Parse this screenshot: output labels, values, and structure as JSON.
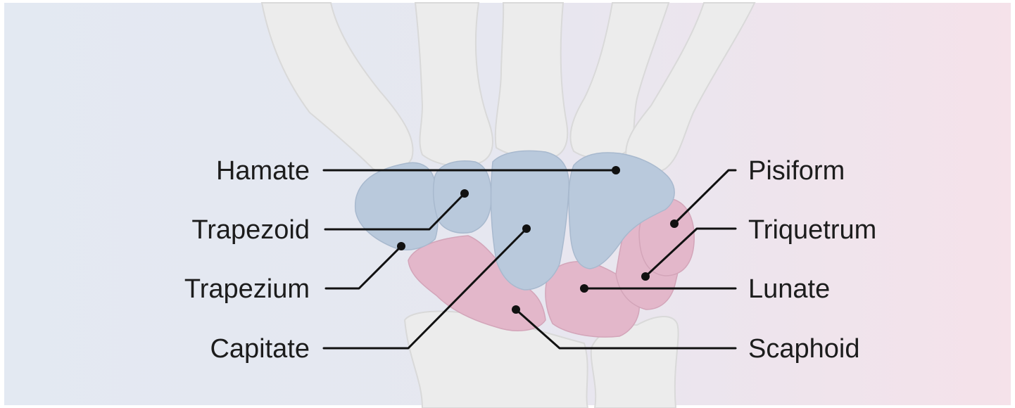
{
  "colors": {
    "left_background": "#e3e9f2",
    "right_background": "#f5e2ea",
    "distal_row_bones": "#b9c9dc",
    "proximal_row_bones": "#e3b7ca",
    "metacarpals_and_forearm": "#ececec",
    "label_text": "#1c1c1c"
  },
  "labels": {
    "left": [
      "Hamate",
      "Trapezoid",
      "Trapezium",
      "Capitate"
    ],
    "right": [
      "Pisiform",
      "Triquetrum",
      "Lunate",
      "Scaphoid"
    ]
  }
}
